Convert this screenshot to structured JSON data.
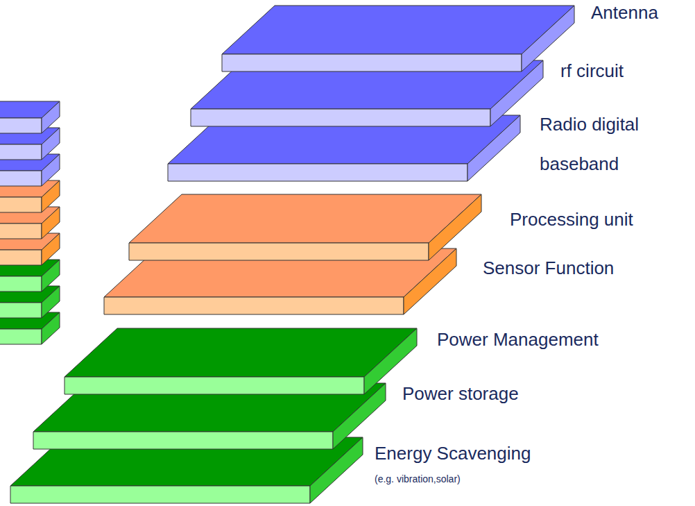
{
  "diagram": {
    "labels": [
      "Antenna",
      "rf circuit",
      "Radio digital baseband",
      "Processing unit",
      "Sensor Function",
      "Power Management",
      "Power storage",
      "Energy Scavenging",
      "(e.g. vibration,solar)"
    ]
  }
}
